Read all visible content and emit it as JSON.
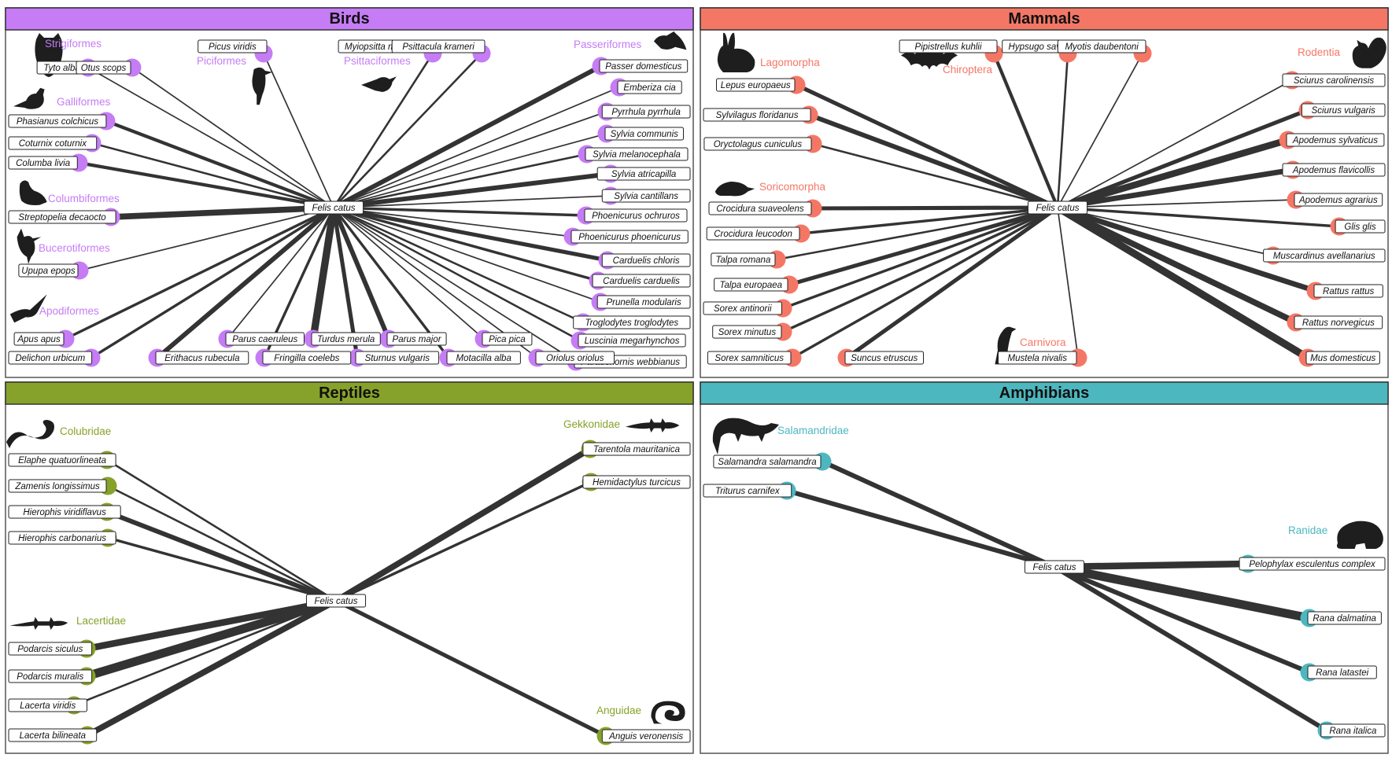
{
  "center_label": "Felis catus",
  "colors": {
    "birds": "#c57cf5",
    "mammals": "#f47766",
    "reptiles": "#87a22a",
    "amphibians": "#4db7bf",
    "edge": "#333333"
  },
  "panels": [
    {
      "key": "birds",
      "title": "Birds",
      "groups": [
        {
          "name": "Strigiformes",
          "icon": "owl-icon"
        },
        {
          "name": "Piciformes",
          "icon": "woodpecker-icon"
        },
        {
          "name": "Psittaciformes",
          "icon": "parakeet-icon"
        },
        {
          "name": "Passeriformes",
          "icon": "songbird-icon"
        },
        {
          "name": "Galliformes",
          "icon": "pheasant-icon"
        },
        {
          "name": "Columbiformes",
          "icon": "pigeon-icon"
        },
        {
          "name": "Bucerotiformes",
          "icon": "hoopoe-icon"
        },
        {
          "name": "Apodiformes",
          "icon": "swift-icon"
        }
      ],
      "species": [
        {
          "name": "Tyto alba",
          "weight": 2
        },
        {
          "name": "Otus scops",
          "weight": 2
        },
        {
          "name": "Picus viridis",
          "weight": 2
        },
        {
          "name": "Myiopsitta monachus",
          "weight": 3
        },
        {
          "name": "Psittacula krameri",
          "weight": 3
        },
        {
          "name": "Passer domesticus",
          "weight": 7
        },
        {
          "name": "Emberiza cia",
          "weight": 2
        },
        {
          "name": "Pyrrhula pyrrhula",
          "weight": 2
        },
        {
          "name": "Sylvia communis",
          "weight": 2
        },
        {
          "name": "Sylvia melanocephala",
          "weight": 3
        },
        {
          "name": "Sylvia atricapilla",
          "weight": 7
        },
        {
          "name": "Sylvia cantillans",
          "weight": 2
        },
        {
          "name": "Phoenicurus ochruros",
          "weight": 4
        },
        {
          "name": "Phoenicurus phoenicurus",
          "weight": 2
        },
        {
          "name": "Carduelis chloris",
          "weight": 6
        },
        {
          "name": "Carduelis carduelis",
          "weight": 4
        },
        {
          "name": "Prunella modularis",
          "weight": 2
        },
        {
          "name": "Troglodytes troglodytes",
          "weight": 3
        },
        {
          "name": "Luscinia megarhynchos",
          "weight": 3
        },
        {
          "name": "Paradoxornis webbianus",
          "weight": 2
        },
        {
          "name": "Phasianus colchicus",
          "weight": 5
        },
        {
          "name": "Coturnix coturnix",
          "weight": 3
        },
        {
          "name": "Columba livia",
          "weight": 5
        },
        {
          "name": "Streptopelia decaocto",
          "weight": 9
        },
        {
          "name": "Upupa epops",
          "weight": 2
        },
        {
          "name": "Apus apus",
          "weight": 4
        },
        {
          "name": "Delichon urbicum",
          "weight": 4
        },
        {
          "name": "Erithacus rubecula",
          "weight": 7
        },
        {
          "name": "Parus caeruleus",
          "weight": 2
        },
        {
          "name": "Fringilla coelebs",
          "weight": 4
        },
        {
          "name": "Turdus merula",
          "weight": 11
        },
        {
          "name": "Sturnus vulgaris",
          "weight": 6
        },
        {
          "name": "Parus major",
          "weight": 7
        },
        {
          "name": "Motacilla alba",
          "weight": 4
        },
        {
          "name": "Pica pica",
          "weight": 2
        },
        {
          "name": "Oriolus oriolus",
          "weight": 2
        }
      ]
    },
    {
      "key": "mammals",
      "title": "Mammals",
      "groups": [
        {
          "name": "Lagomorpha",
          "icon": "rabbit-icon"
        },
        {
          "name": "Chiroptera",
          "icon": "bat-icon"
        },
        {
          "name": "Rodentia",
          "icon": "squirrel-icon"
        },
        {
          "name": "Soricomorpha",
          "icon": "shrew-icon"
        },
        {
          "name": "Carnivora",
          "icon": "weasel-icon"
        }
      ],
      "species": [
        {
          "name": "Lepus europaeus",
          "weight": 6
        },
        {
          "name": "Sylvilagus floridanus",
          "weight": 7
        },
        {
          "name": "Oryctolagus cuniculus",
          "weight": 3
        },
        {
          "name": "Pipistrellus kuhlii",
          "weight": 5
        },
        {
          "name": "Hypsugo savii",
          "weight": 3
        },
        {
          "name": "Myotis daubentoni",
          "weight": 2
        },
        {
          "name": "Sciurus carolinensis",
          "weight": 2
        },
        {
          "name": "Sciurus vulgaris",
          "weight": 6
        },
        {
          "name": "Apodemus sylvaticus",
          "weight": 10
        },
        {
          "name": "Apodemus flavicollis",
          "weight": 8
        },
        {
          "name": "Apodemus agrarius",
          "weight": 2
        },
        {
          "name": "Glis glis",
          "weight": 4
        },
        {
          "name": "Muscardinus avellanarius",
          "weight": 2
        },
        {
          "name": "Rattus rattus",
          "weight": 8
        },
        {
          "name": "Rattus norvegicus",
          "weight": 9
        },
        {
          "name": "Mus domesticus",
          "weight": 11
        },
        {
          "name": "Crocidura suaveolens",
          "weight": 6
        },
        {
          "name": "Crocidura leucodon",
          "weight": 4
        },
        {
          "name": "Talpa romana",
          "weight": 3
        },
        {
          "name": "Talpa europaea",
          "weight": 6
        },
        {
          "name": "Sorex antinorii",
          "weight": 4
        },
        {
          "name": "Sorex minutus",
          "weight": 4
        },
        {
          "name": "Sorex samniticus",
          "weight": 4
        },
        {
          "name": "Suncus etruscus",
          "weight": 6
        },
        {
          "name": "Mustela nivalis",
          "weight": 2
        }
      ]
    },
    {
      "key": "reptiles",
      "title": "Reptiles",
      "groups": [
        {
          "name": "Colubridae",
          "icon": "snake-icon"
        },
        {
          "name": "Gekkonidae",
          "icon": "gecko-icon"
        },
        {
          "name": "Lacertidae",
          "icon": "lizard-icon"
        },
        {
          "name": "Anguidae",
          "icon": "slowworm-icon"
        }
      ],
      "species": [
        {
          "name": "Elaphe quatuorlineata",
          "weight": 3
        },
        {
          "name": "Zamenis longissimus",
          "weight": 3
        },
        {
          "name": "Hierophis viridiflavus",
          "weight": 7
        },
        {
          "name": "Hierophis carbonarius",
          "weight": 4
        },
        {
          "name": "Tarentola mauritanica",
          "weight": 9
        },
        {
          "name": "Hemidactylus turcicus",
          "weight": 4
        },
        {
          "name": "Podarcis siculus",
          "weight": 10
        },
        {
          "name": "Podarcis muralis",
          "weight": 13
        },
        {
          "name": "Lacerta viridis",
          "weight": 3
        },
        {
          "name": "Lacerta bilineata",
          "weight": 9
        },
        {
          "name": "Anguis veronensis",
          "weight": 6
        }
      ]
    },
    {
      "key": "amphibians",
      "title": "Amphibians",
      "groups": [
        {
          "name": "Salamandridae",
          "icon": "salamander-icon"
        },
        {
          "name": "Ranidae",
          "icon": "frog-icon"
        }
      ],
      "species": [
        {
          "name": "Salamandra salamandra",
          "weight": 7
        },
        {
          "name": "Triturus carnifex",
          "weight": 7
        },
        {
          "name": "Pelophylax esculentus complex",
          "weight": 10
        },
        {
          "name": "Rana dalmatina",
          "weight": 13
        },
        {
          "name": "Rana latastei",
          "weight": 7
        },
        {
          "name": "Rana italica",
          "weight": 7
        }
      ]
    }
  ]
}
